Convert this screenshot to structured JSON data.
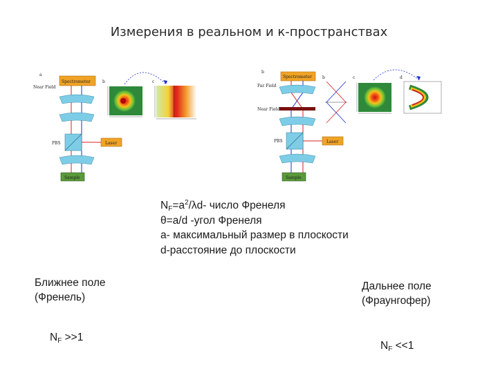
{
  "title": "Измерения в реальном и к-пространствах",
  "left_setup": {
    "panel_a": "a",
    "panel_b": "b",
    "panel_c": "c",
    "near_field": "Near Field",
    "spectrometer": "Spectrometer",
    "pbs": "PBS",
    "laser": "Laser",
    "sample": "Sample"
  },
  "right_setup": {
    "panel_b": "b",
    "panel_c": "c",
    "panel_d": "d",
    "far_field": "Far Field",
    "near_field": "Near Field",
    "spectrometer": "Spectrometer",
    "pbs": "PBS",
    "laser": "Laser",
    "sample": "Sample"
  },
  "formulas": {
    "line1_a": "N",
    "line1_sub": "F",
    "line1_b": "=a",
    "line1_sup": "2",
    "line1_c": "/λd- число Френеля",
    "line2": "θ=a/d  -угол Френеля",
    "line3": "a- максимальный размер в плоскости",
    "line4": "d-расстояние до плоскости"
  },
  "near": {
    "label1": "Ближнее поле",
    "label2": "(Френель)",
    "cond_a": "N",
    "cond_sub": "F",
    "cond_b": " >>1"
  },
  "far": {
    "label1": "Дальнее поле",
    "label2": "(Фраунгофер)",
    "cond_a": "N",
    "cond_sub": "F",
    "cond_b": " <<1"
  },
  "colors": {
    "spectrometer": "#f0a326",
    "laser": "#f0a326",
    "sample": "#5a9a3a",
    "optics": "#7ecde6",
    "beam_red": "#d62020",
    "beam_blue": "#1a2fd0",
    "grating": "#7a1010"
  }
}
